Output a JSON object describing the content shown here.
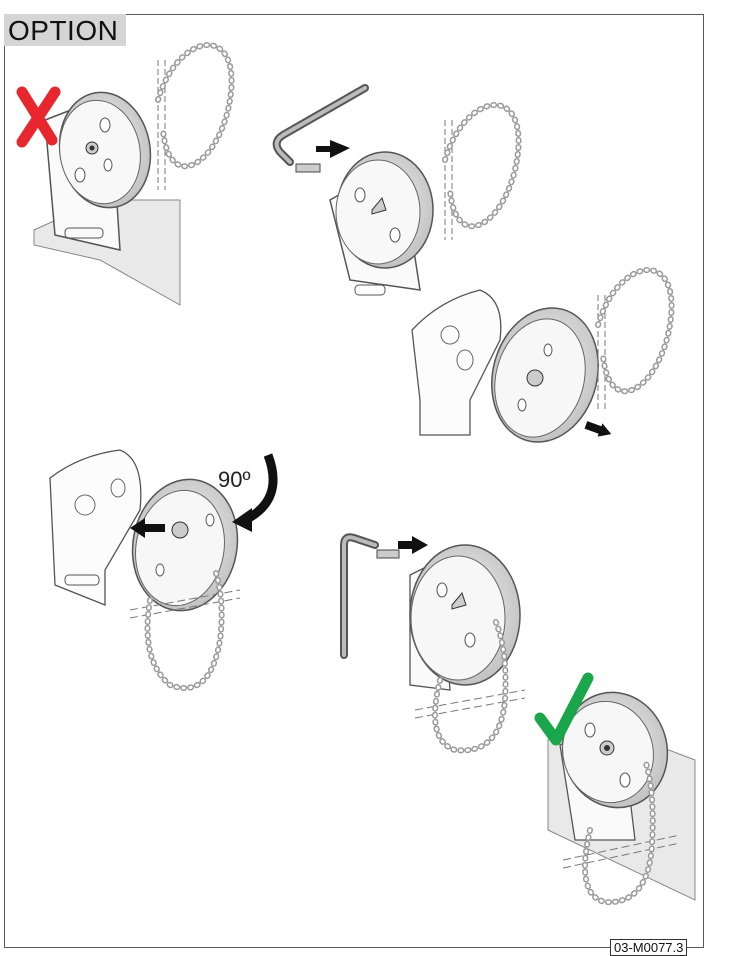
{
  "title": "OPTION",
  "rotation_label": "90º",
  "document_code": "03-M0077.3",
  "icons": {
    "wrong": "red-cross-icon",
    "correct": "green-check-icon"
  },
  "colors": {
    "wrong": "#e8262d",
    "correct": "#1aa64a",
    "title_bg": "#d5d5d5"
  }
}
